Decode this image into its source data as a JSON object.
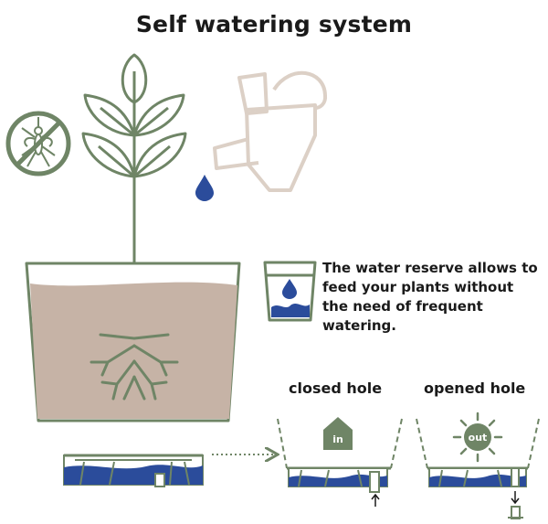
{
  "title": "Self watering system",
  "description": "The water reserve allows to feed your plants without the need of frequent watering.",
  "labels": {
    "closed_hole": "closed hole",
    "opened_hole": "opened hole",
    "in": "in",
    "out": "out"
  },
  "icons": {
    "mosquito": "no-mosquito-icon",
    "plant": "plant-icon",
    "watering_can": "watering-can-icon",
    "water_drop": "water-drop-icon",
    "reserve": "water-reserve-icon",
    "sun": "sun-icon",
    "house": "house-icon"
  },
  "colors": {
    "green": "#6f8566",
    "soil": "#c6b3a6",
    "water": "#2b4c9b",
    "can": "#dcd0c6",
    "text": "#1a1a1a"
  }
}
